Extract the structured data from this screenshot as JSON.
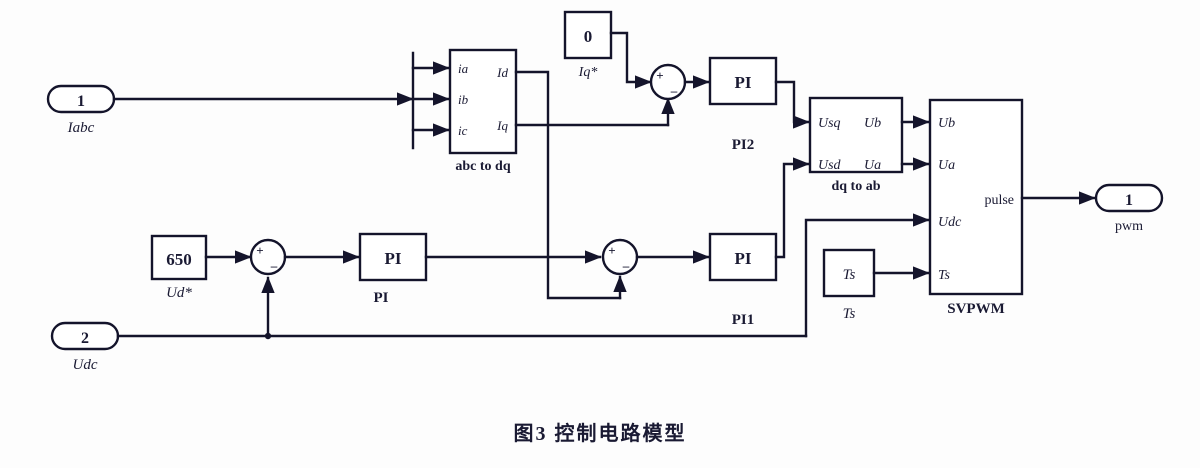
{
  "figure": {
    "caption": "图3  控制电路模型",
    "colors": {
      "ink": "#1a1a33",
      "line": "#14142b",
      "background": "#fdfdfd"
    }
  },
  "ports": {
    "in_iabc": {
      "number": "1",
      "label": "Iabc"
    },
    "in_udc": {
      "number": "2",
      "label": "Udc"
    },
    "out_pwm": {
      "number": "1",
      "label": "pwm"
    }
  },
  "blocks": {
    "abc_to_dq": {
      "name": "abc to dq",
      "inputs": [
        "ia",
        "ib",
        "ic"
      ],
      "outputs": [
        "Id",
        "Iq"
      ]
    },
    "iq_ref": {
      "value": "0",
      "name": "Iq*"
    },
    "ud_ref": {
      "value": "650",
      "name": "Ud*"
    },
    "pi2": {
      "text": "PI",
      "name": "PI2"
    },
    "pi_mid": {
      "text": "PI",
      "name": "PI"
    },
    "pi1": {
      "text": "PI",
      "name": "PI1"
    },
    "dq_to_ab": {
      "name": "dq to ab",
      "rows": [
        {
          "in": "Usq",
          "out": "Ub"
        },
        {
          "in": "Usd",
          "out": "Ua"
        }
      ]
    },
    "ts": {
      "text": "Ts",
      "name": "Ts"
    },
    "svpwm": {
      "name": "SVPWM",
      "inputs": [
        "Ub",
        "Ua",
        "Udc",
        "Ts"
      ],
      "outputs": [
        "pulse"
      ]
    }
  },
  "sums": {
    "iq_sum": {
      "plus": "+",
      "minus": "–"
    },
    "ud_sum": {
      "plus": "+",
      "minus": "–"
    },
    "id_sum": {
      "plus": "+",
      "minus": "–"
    }
  }
}
